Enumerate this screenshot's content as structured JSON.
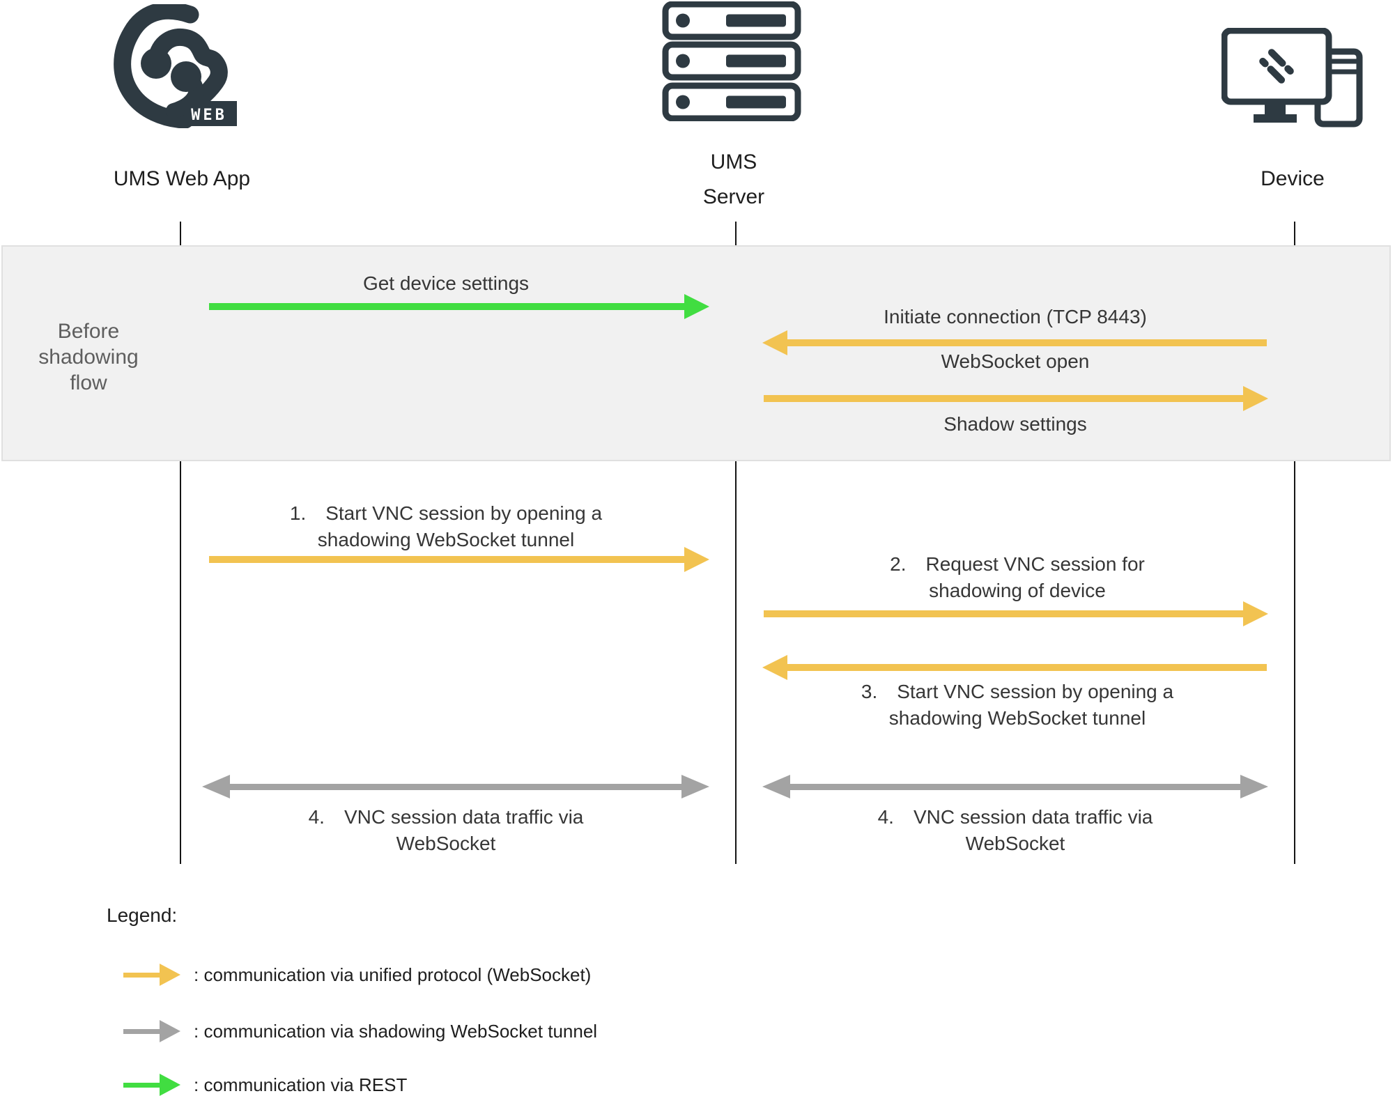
{
  "colors": {
    "unified_yellow": "#F2C351",
    "rest_green": "#41DD41",
    "shadow_gray": "#A3A3A3",
    "icon_dark": "#2E3A42",
    "band_bg": "#F1F1F1",
    "band_border": "#E0E0E0",
    "band_text": "#5E5E5E",
    "message_text": "#363636",
    "actor_text": "#1E1E1E",
    "lifeline": "#151515",
    "badge_text": "#FFFFFF"
  },
  "actors": [
    {
      "id": "ums-web-app",
      "label": "UMS Web App",
      "icon": "ums-web-app-logo",
      "badge": "WEB"
    },
    {
      "id": "ums-server",
      "label": "UMS\nServer",
      "icon": "server-rack-icon"
    },
    {
      "id": "device",
      "label": "Device",
      "icon": "device-workstation-icon"
    }
  ],
  "before_flow": {
    "band_label": "Before\nshadowing\nflow",
    "messages": [
      {
        "id": "get-device-settings",
        "label": "Get device settings",
        "type": "rest",
        "direction": "right",
        "from": "ums-web-app",
        "to": "ums-server"
      },
      {
        "id": "initiate-connection",
        "label": "Initiate connection (TCP 8443)",
        "type": "unified",
        "direction": "left",
        "from": "device",
        "to": "ums-server"
      },
      {
        "id": "websocket-open",
        "label": "WebSocket open",
        "type": "unified",
        "direction": "right",
        "from": "ums-server",
        "to": "device"
      },
      {
        "id": "shadow-settings",
        "label": "Shadow settings",
        "type": "unified",
        "direction": "none",
        "from": "ums-server",
        "to": "device"
      }
    ]
  },
  "main_flow": {
    "messages": [
      {
        "id": "start-vnc-webapp",
        "label": "1.  Start VNC session by opening a\nshadowing WebSocket tunnel",
        "type": "unified",
        "direction": "right",
        "from": "ums-web-app",
        "to": "ums-server"
      },
      {
        "id": "request-vnc-session",
        "label": "2.  Request VNC session for\nshadowing of device",
        "type": "unified",
        "direction": "right",
        "from": "ums-server",
        "to": "device"
      },
      {
        "id": "start-vnc-device",
        "label": "3.  Start VNC session by opening a\nshadowing WebSocket tunnel",
        "type": "unified",
        "direction": "left",
        "from": "device",
        "to": "ums-server"
      },
      {
        "id": "vnc-traffic-webapp-server",
        "label": "4.  VNC session data traffic via\nWebSocket",
        "type": "shadow",
        "direction": "both",
        "from": "ums-web-app",
        "to": "ums-server"
      },
      {
        "id": "vnc-traffic-server-device",
        "label": "4.  VNC session data traffic via\nWebSocket",
        "type": "shadow",
        "direction": "both",
        "from": "ums-server",
        "to": "device"
      }
    ]
  },
  "legend": {
    "title": "Legend:",
    "items": [
      {
        "id": "unified",
        "swatch": "unified-protocol-arrow",
        "label": ": communication via unified protocol (WebSocket)"
      },
      {
        "id": "shadow",
        "swatch": "shadowing-tunnel-arrow",
        "label": ": communication via shadowing WebSocket tunnel"
      },
      {
        "id": "rest",
        "swatch": "rest-arrow",
        "label": ": communication via REST"
      }
    ]
  }
}
